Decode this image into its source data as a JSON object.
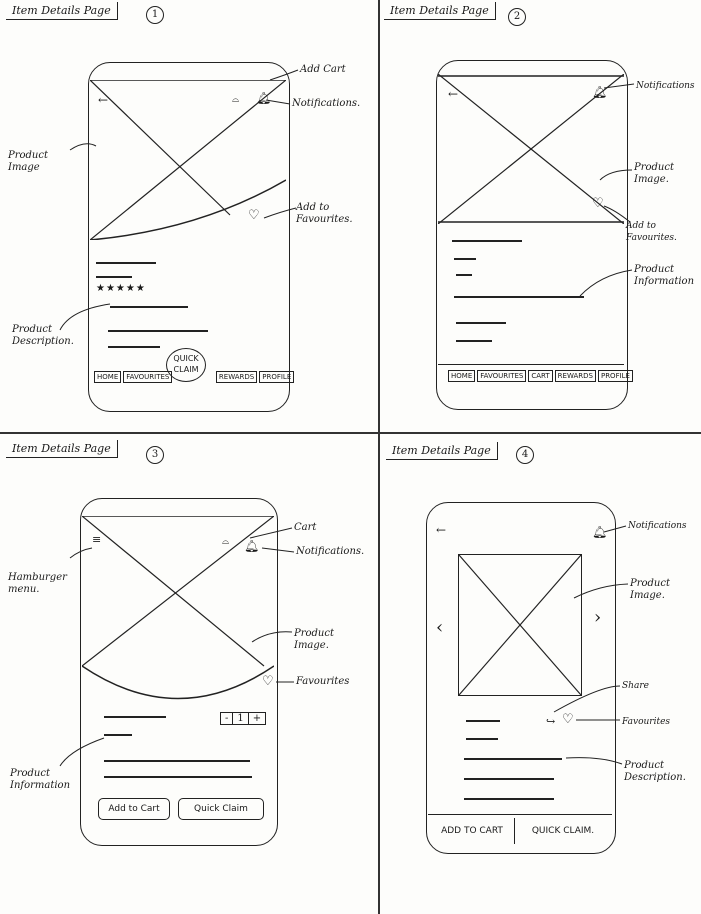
{
  "sketch1": {
    "title": "Item Details Page",
    "number": "1",
    "labels": {
      "cart": "Add Cart",
      "notifications": "Notifications.",
      "product_image": "Product Image",
      "favourites": "Add to Favourites.",
      "product_description": "Product Description."
    },
    "stars": "★★★★★",
    "quick_claim": "QUICK CLAIM",
    "nav": [
      "HOME",
      "FAVOURITES",
      "REWARDS",
      "PROFILE"
    ],
    "icons": {
      "back": "arrow-left-icon",
      "cart": "cart-icon",
      "bell": "bell-icon",
      "heart": "heart-icon"
    }
  },
  "sketch2": {
    "title": "Item Details Page",
    "number": "2",
    "labels": {
      "notifications": "Notifications",
      "product_image": "Product Image.",
      "favourites": "Add to Favourites.",
      "product_information": "Product Information"
    },
    "nav": [
      "HOME",
      "FAVOURITES",
      "CART",
      "REWARDS",
      "PROFILE"
    ]
  },
  "sketch3": {
    "title": "Item Details Page",
    "number": "3",
    "labels": {
      "hamburger": "Hamburger menu.",
      "cart": "Cart",
      "notifications": "Notifications.",
      "product_image": "Product Image.",
      "favourites": "Favourites",
      "product_information": "Product Information"
    },
    "stepper": [
      "-",
      "1",
      "+"
    ],
    "add_to_cart": "Add to Cart",
    "quick_claim": "Quick Claim"
  },
  "sketch4": {
    "title": "Item Details Page",
    "number": "4",
    "labels": {
      "notifications": "Notifications",
      "product_image": "Product Image.",
      "share": "Share",
      "favourites": "Favourites",
      "product_description": "Product Description."
    },
    "add_to_cart": "ADD TO CART",
    "quick_claim": "QUICK CLAIM."
  }
}
